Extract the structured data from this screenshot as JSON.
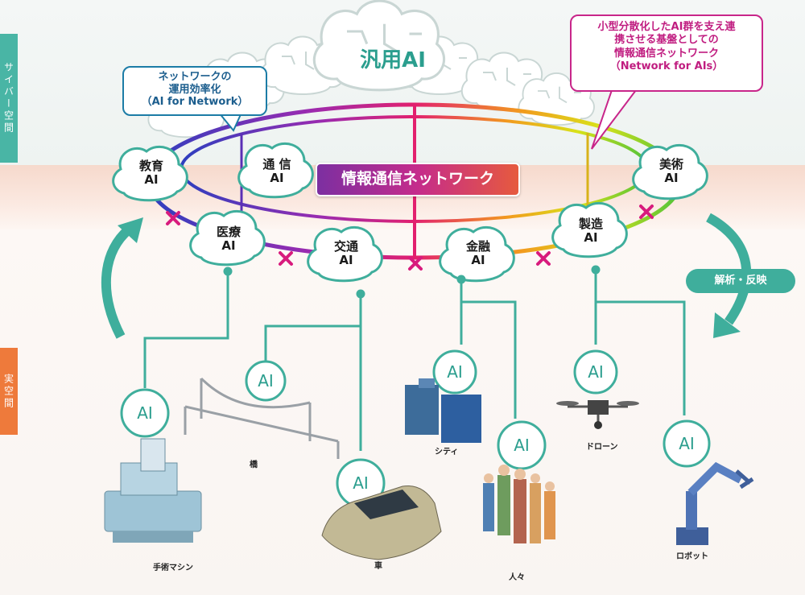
{
  "side_tabs": {
    "cyber": "サイバー空間",
    "real": "実空間"
  },
  "general_ai": "汎用AI",
  "network_label": "情報通信ネットワーク",
  "callouts": {
    "left": [
      "ネットワークの",
      "運用効率化",
      "（AI for Network）"
    ],
    "right": [
      "小型分散化したAI群を支え連",
      "携させる基盤としての",
      "情報通信ネットワーク",
      "（Network for AIs）"
    ]
  },
  "brains": {
    "education": [
      "教育",
      "AI"
    ],
    "telecom": [
      "通 信",
      "AI"
    ],
    "art": [
      "美術",
      "AI"
    ],
    "medical": [
      "医療",
      "AI"
    ],
    "traffic": [
      "交通",
      "AI"
    ],
    "finance": [
      "金融",
      "AI"
    ],
    "manufacturing": [
      "製造",
      "AI"
    ]
  },
  "analysis_label": "解析・反映",
  "ai_node_label": "AI",
  "objects": {
    "surgery": "手術マシン",
    "bridge": "橋",
    "car": "車",
    "city": "シティ",
    "people": "人々",
    "drone": "ドローン",
    "robot": "ロボット"
  },
  "colors": {
    "teal": "#3fae9c",
    "magenta": "#d81b7d",
    "blue_callout": "#1c7ca6"
  }
}
